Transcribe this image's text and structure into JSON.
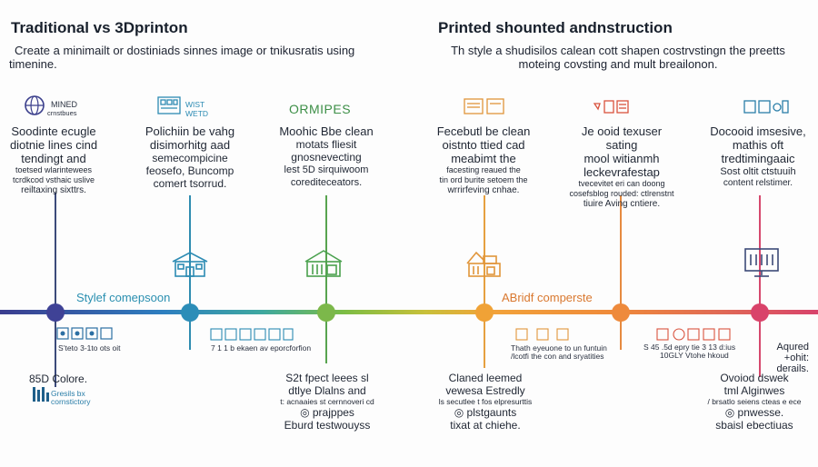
{
  "header": {
    "title_left": "Traditional vs 3Dprinton",
    "title_right": "Printed shounted andnstruction",
    "intro_left": [
      "Create a minimailt or dostiniads sinnes image or tnikusratis using",
      "timenine."
    ],
    "intro_right": [
      "Th style a shudisilos calean cott shapen costrvstingn the preetts",
      "moteing covsting and mult breailonon."
    ]
  },
  "columns": [
    {
      "icon_label_1": "MINED",
      "icon_label_2": "crnstbues",
      "lines_big": [
        "Soodinte ecugle",
        "diotnie lines cind",
        "tendingt and"
      ],
      "lines_small": [
        "toetsed wlarintewees",
        "tcrdkcod vsthaic uslive",
        "reiltaxing sixttrs."
      ],
      "middle_text": "S’teto 3-1to ots oit",
      "bottom_big": [
        "85D Colore."
      ],
      "bottom_small": [
        "Gresils bx",
        "cornstictory"
      ],
      "color": "#3b3f8c"
    },
    {
      "icon_label_1": "WIST",
      "icon_label_2": "WETD",
      "lines_big": [
        "Polichiin be vahg",
        "disimorhitg aad",
        "semecompicine",
        "feosefo, Buncomp",
        "comert tsorrud."
      ],
      "lines_small": [],
      "middle_text": "7 1 1 b ekaen av eporcforfion",
      "bottom_big": [],
      "bottom_small": [],
      "color": "#2c8bb3"
    },
    {
      "heading": "ORMIPES",
      "lines_big": [
        "Moohic Bbe clean",
        "motats fliesit",
        "gnosnevecting",
        "lest 5D sirquiwoom",
        "corediteceators."
      ],
      "lines_small": [],
      "bottom_big": [
        "S2t fpect leees sl",
        "dtlye Dlalns and"
      ],
      "bottom_small": [
        "t: acnaaies st cernnoveri cd"
      ],
      "bottom_big2": [
        "◎ prajppes",
        "Eburd testwouyss"
      ],
      "color": "#4aa14e"
    },
    {
      "lines_big": [
        "Fecebutl be clean",
        "oistnto ttied cad",
        "meabimt the"
      ],
      "lines_small": [
        "facesting reaued the",
        "tin ord burite setoem the",
        "wrrirfeving cnhae."
      ],
      "middle_text": [
        "Thath eyeuone to un funtuin",
        "/lcotfi the con and sryatities"
      ],
      "bottom_big": [
        "Claned leemed",
        "vewesa Estredly"
      ],
      "bottom_small": [
        "ls secutlee t fos elpresurttis"
      ],
      "bottom_big2": [
        "◎ plstgaunts",
        "tixat at chiehe."
      ],
      "color": "#e1953a"
    },
    {
      "lines_big": [
        "Je ooid texuser sating",
        "mool witianmh",
        "leckevrafestap"
      ],
      "lines_small": [
        "tvecevitet eri can doong",
        "cosefsblog rouded: ctlrenstnt",
        "tiuire Aving cntiere."
      ],
      "middle_text": [
        "S 45 .5d epry tie 3 13 d:ius",
        "10GLY         Vtohe hkoud"
      ],
      "color": "#e07b43"
    },
    {
      "lines_big": [
        "Docooid imsesive,",
        "mathis oft",
        "tredtimingaaic",
        "Sost oltit ctstuuih"
      ],
      "lines_small": [
        "content relstimer."
      ],
      "right_text": [
        "Aqured",
        "+ohit:",
        "derails."
      ],
      "bottom_big": [
        "Ovoiod dswek",
        "tml Alginwes"
      ],
      "bottom_small": [
        "/ brsatlo seiens cteas e ece"
      ],
      "bottom_big2": [
        "◎ pnwesse.",
        "sbaisl ebectiuas"
      ],
      "color": "#d0466a"
    }
  ],
  "timeline": {
    "label_left": "Stylef comepsoon",
    "label_right": "ABridf comperste",
    "color_left_label": "#2a8fb0",
    "color_right_label": "#d9782f"
  },
  "palette": {
    "dot1": "#3f4296",
    "dot2": "#2c8db8",
    "dot3": "#7cb84a",
    "dot4": "#f0a236",
    "dot5": "#ee8a3c",
    "dot6": "#d9436a"
  }
}
